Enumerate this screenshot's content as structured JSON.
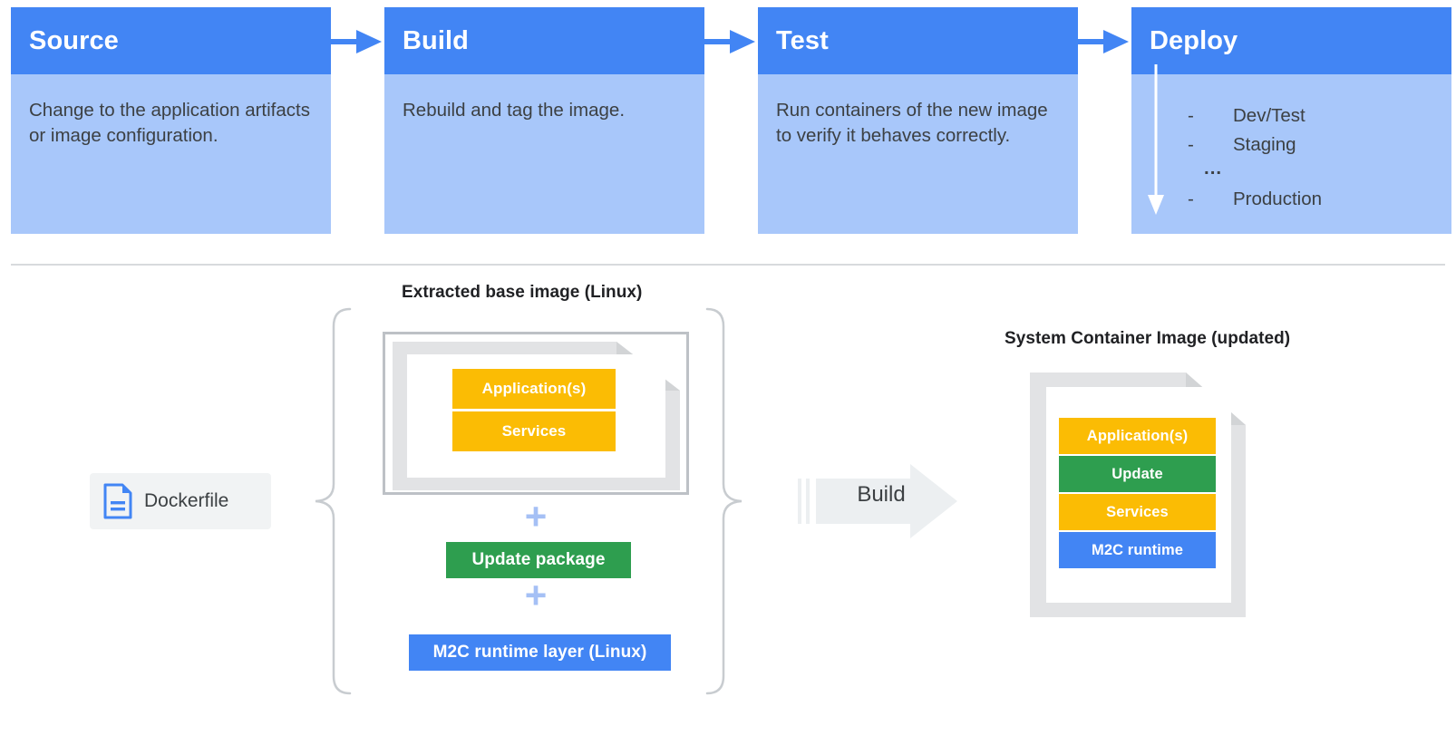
{
  "pipeline": {
    "stages": [
      {
        "title": "Source",
        "description": "Change to the application artifacts or image configuration."
      },
      {
        "title": "Build",
        "description": "Rebuild and tag the image."
      },
      {
        "title": "Test",
        "description": "Run containers of the new image to verify it behaves correctly."
      },
      {
        "title": "Deploy",
        "description": ""
      }
    ],
    "deploy_environments": [
      {
        "bullet": "-",
        "label": "Dev/Test"
      },
      {
        "bullet": "-",
        "label": "Staging"
      },
      {
        "bullet": "...",
        "label": ""
      },
      {
        "bullet": "-",
        "label": "Production"
      }
    ],
    "connector_count": 3,
    "colors": {
      "header": "#4285f4",
      "body": "#a8c7fa",
      "header_text": "#ffffff",
      "body_text": "#3c4043",
      "arrow": "#4285f4",
      "deploy_arrow": "#ffffff"
    }
  },
  "lower": {
    "base_image": {
      "caption": "Extracted base image (Linux)",
      "layers": [
        {
          "label": "Application(s)",
          "color": "#fbbc04"
        },
        {
          "label": "Services",
          "color": "#fbbc04"
        }
      ]
    },
    "plus_symbols": [
      "+",
      "+"
    ],
    "stack_items": [
      {
        "label": "Update package",
        "color": "#2e9e4f"
      },
      {
        "label": "M2C runtime layer (Linux)",
        "color": "#4285f4"
      }
    ],
    "dockerfile": {
      "label": "Dockerfile",
      "icon": "file-icon",
      "icon_color": "#4285f4",
      "chip_color": "#f1f3f4"
    },
    "build_arrow": {
      "label": "Build",
      "color": "#eceff1"
    },
    "system_container": {
      "caption": "System Container Image (updated)",
      "layers": [
        {
          "label": "Application(s)",
          "color": "#fbbc04"
        },
        {
          "label": "Update",
          "color": "#2e9e4f"
        },
        {
          "label": "Services",
          "color": "#fbbc04"
        },
        {
          "label": "M2C runtime",
          "color": "#4285f4"
        }
      ]
    },
    "brace_color": "#c8ccd0",
    "divider_color": "#d8dadd"
  }
}
